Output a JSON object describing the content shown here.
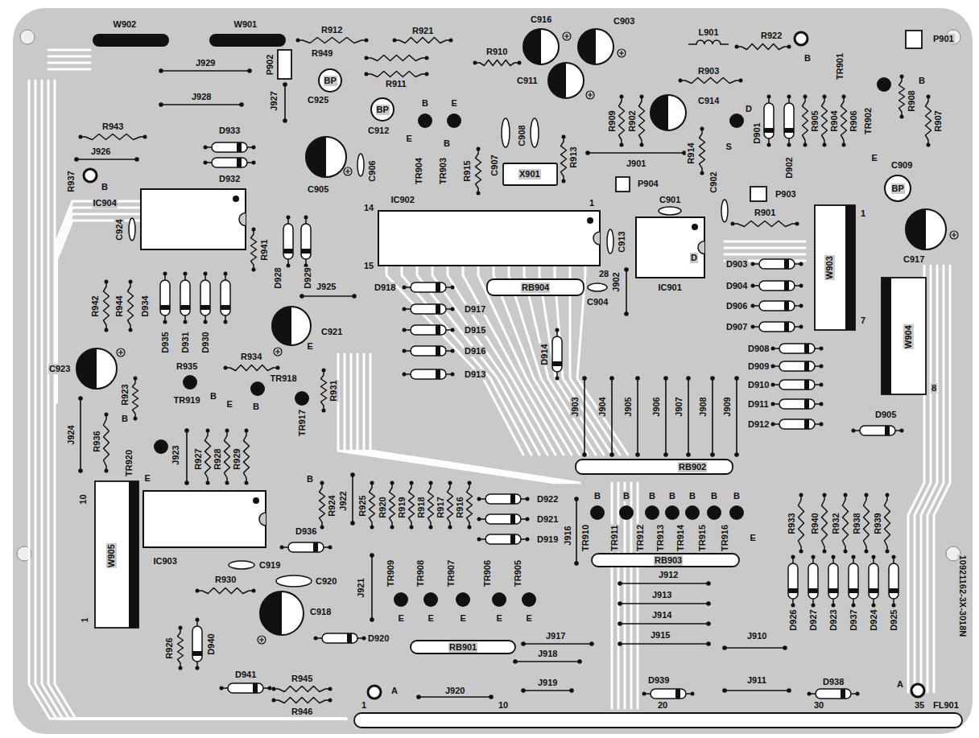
{
  "diagram": {
    "labels": [
      "W902",
      "W901",
      "R912",
      "R921",
      "C916",
      "C903",
      "L901",
      "R922",
      "P901",
      "R949",
      "R911",
      "P902",
      "BP",
      "C925",
      "BP",
      "C912",
      "B",
      "E",
      "E",
      "B",
      "TR904",
      "TR903",
      "R915",
      "C907",
      "C908",
      "X901",
      "R913",
      "C911",
      "R910",
      "R909",
      "R902",
      "R903",
      "C914",
      "TR901",
      "B",
      "D",
      "D901",
      "S",
      "D902",
      "R905",
      "R904",
      "R906",
      "TR902",
      "R908",
      "B",
      "R907",
      "E",
      "C909",
      "BP",
      "J929",
      "J928",
      "J927",
      "R943",
      "D933",
      "J926",
      "R937",
      "B",
      "IC904",
      "D932",
      "C905",
      "C906",
      "J901",
      "R914",
      "P904",
      "C902",
      "C901",
      "P903",
      "R901",
      "14",
      "IC902",
      "1",
      "15",
      "28",
      "C913",
      "IC901",
      "D",
      "C924",
      "R941",
      "D928",
      "D929",
      "C917",
      "1",
      "7",
      "W903",
      "W904",
      "8",
      "D903",
      "D904",
      "D906",
      "D907",
      "D908",
      "D909",
      "D910",
      "D911",
      "D912",
      "D905",
      "R942",
      "R944",
      "D934",
      "D935",
      "D931",
      "D930",
      "J925",
      "C921",
      "D918",
      "RB904",
      "C904",
      "J902",
      "D917",
      "D915",
      "D916",
      "D913",
      "D914",
      "C923",
      "R935",
      "R934",
      "TR918",
      "E",
      "TR919",
      "B",
      "E",
      "B",
      "TR917",
      "R931",
      "R923",
      "B",
      "J924",
      "R936",
      "TR920",
      "J923",
      "R927",
      "R928",
      "R929",
      "E",
      "B",
      "J903",
      "J904",
      "J905",
      "J906",
      "J907",
      "J908",
      "J909",
      "RB902",
      "10",
      "R924",
      "J922",
      "R925",
      "R920",
      "R919",
      "R918",
      "R917",
      "R916",
      "D922",
      "D921",
      "D919",
      "J916",
      "TR910",
      "B",
      "B",
      "B",
      "B",
      "B",
      "B",
      "B",
      "TR911",
      "TR912",
      "TR913",
      "TR914",
      "TR915",
      "TR916",
      "E",
      "RB903",
      "W905",
      "IC903",
      "D936",
      "C919",
      "C920",
      "R930",
      "C918",
      "J921",
      "TR909",
      "TR908",
      "TR907",
      "TR906",
      "TR905",
      "E",
      "E",
      "E",
      "E",
      "E",
      "J912",
      "J913",
      "J914",
      "J915",
      "J910",
      "R933",
      "R940",
      "R932",
      "R938",
      "R939",
      "D926",
      "D927",
      "D923",
      "D937",
      "D924",
      "D925",
      "D920",
      "RB901",
      "J917",
      "J918",
      "1",
      "R926",
      "D940",
      "D941",
      "R945",
      "R946",
      "A",
      "J920",
      "J919",
      "D939",
      "J911",
      "D938",
      "A",
      "1",
      "10",
      "20",
      "30",
      "35",
      "FL901",
      "10921162-3X-3018N"
    ]
  }
}
